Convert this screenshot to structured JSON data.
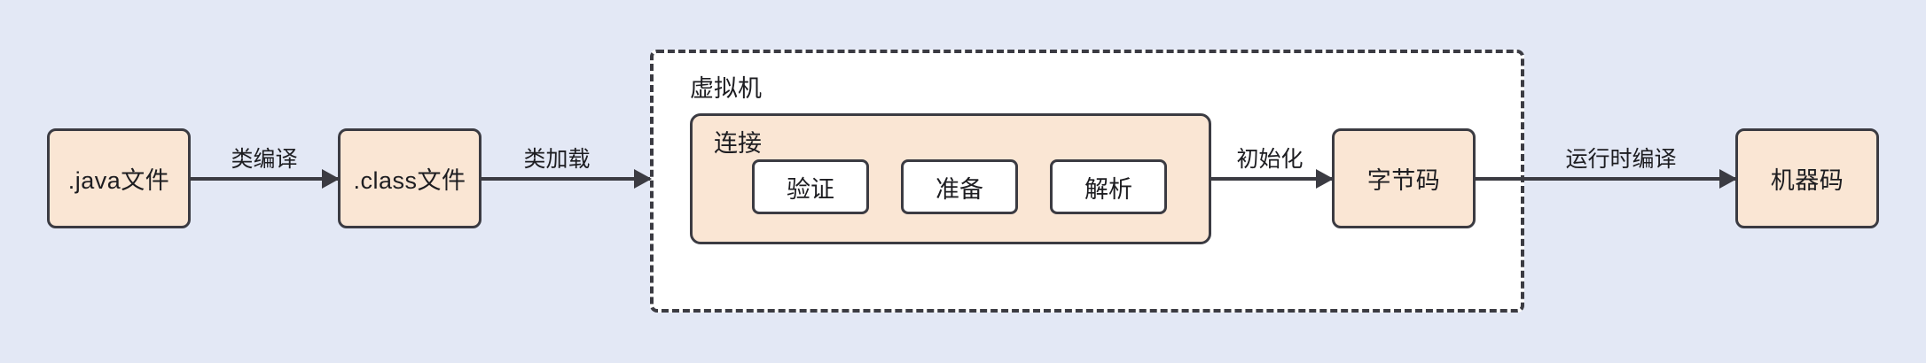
{
  "diagram": {
    "title_hidden": "Java 类加载与执行流程图",
    "background_color": "#e3e8f5",
    "node_fill": "#fae6d4",
    "node_stroke": "#3b3b42",
    "subnode_fill": "#ffffff",
    "container_fill": "#ffffff"
  },
  "nodes": {
    "java_file": {
      "label": ".java文件"
    },
    "class_file": {
      "label": ".class文件"
    },
    "bytecode": {
      "label": "字节码"
    },
    "machine_code": {
      "label": "机器码"
    }
  },
  "vm_container": {
    "label": "虚拟机",
    "style": "dashed"
  },
  "linking_group": {
    "label": "连接",
    "steps": [
      {
        "label": "验证"
      },
      {
        "label": "准备"
      },
      {
        "label": "解析"
      }
    ]
  },
  "edges": [
    {
      "label": "类编译",
      "from": "java_file",
      "to": "class_file"
    },
    {
      "label": "类加载",
      "from": "class_file",
      "to": "vm_container"
    },
    {
      "label": "初始化",
      "from": "linking_group",
      "to": "bytecode"
    },
    {
      "label": "运行时编译",
      "from": "bytecode",
      "to": "machine_code"
    }
  ]
}
